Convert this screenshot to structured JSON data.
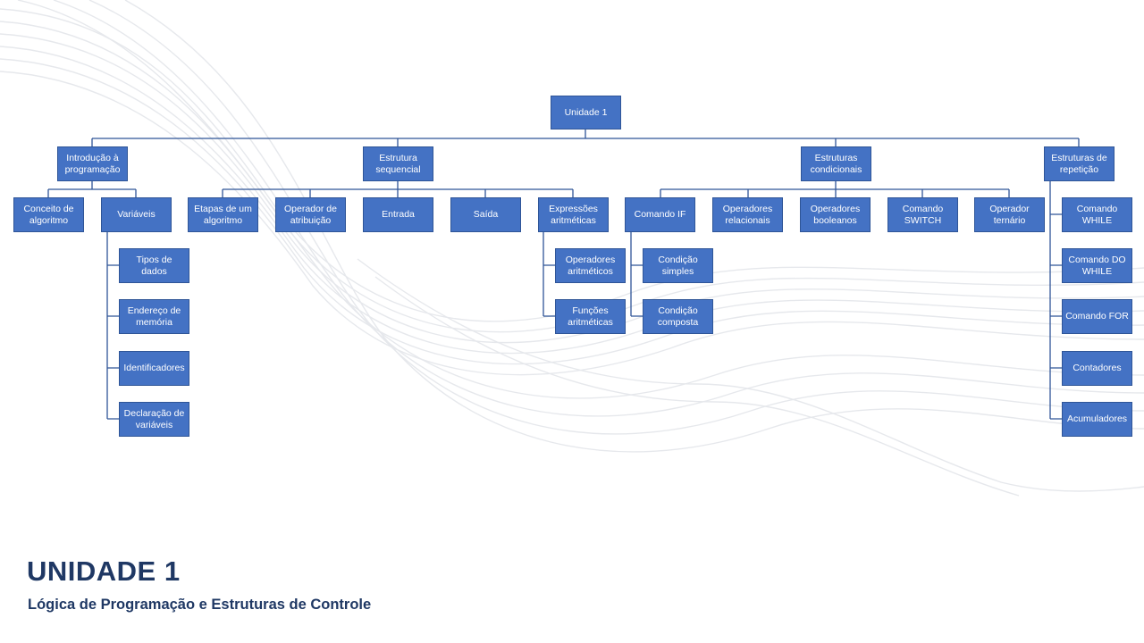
{
  "title": "UNIDADE 1",
  "subtitle": "Lógica de Programação e Estruturas de Controle",
  "colors": {
    "node_fill": "#4472c4",
    "node_border": "#2f5597",
    "connector": "#2f5597",
    "title": "#1f3864"
  },
  "diagram": {
    "root": "Unidade 1",
    "branches": [
      {
        "label": "Introdução à\nprogramação",
        "children": [
          {
            "label": "Conceito de\nalgoritmo"
          },
          {
            "label": "Variáveis",
            "children": [
              "Tipos de dados",
              "Endereço de\nmemória",
              "Identificadores",
              "Declaração de\nvariáveis"
            ]
          }
        ]
      },
      {
        "label": "Estrutura\nsequencial",
        "children": [
          {
            "label": "Etapas de um\nalgoritmo"
          },
          {
            "label": "Operador de\natribuição"
          },
          {
            "label": "Entrada"
          },
          {
            "label": "Saída"
          },
          {
            "label": "Expressões\naritméticas",
            "children": [
              "Operadores\naritméticos",
              "Funções\naritméticas"
            ]
          }
        ]
      },
      {
        "label": "Estruturas\ncondicionais",
        "children": [
          {
            "label": "Comando IF",
            "children": [
              "Condição\nsimples",
              "Condição\ncomposta"
            ]
          },
          {
            "label": "Operadores\nrelacionais"
          },
          {
            "label": "Operadores\nbooleanos"
          },
          {
            "label": "Comando\nSWITCH"
          },
          {
            "label": "Operador\nternário"
          }
        ]
      },
      {
        "label": "Estruturas de\nrepetição",
        "children": [
          "Comando\nWHILE",
          "Comando DO\nWHILE",
          "Comando FOR",
          "Contadores",
          "Acumuladores"
        ]
      }
    ]
  }
}
